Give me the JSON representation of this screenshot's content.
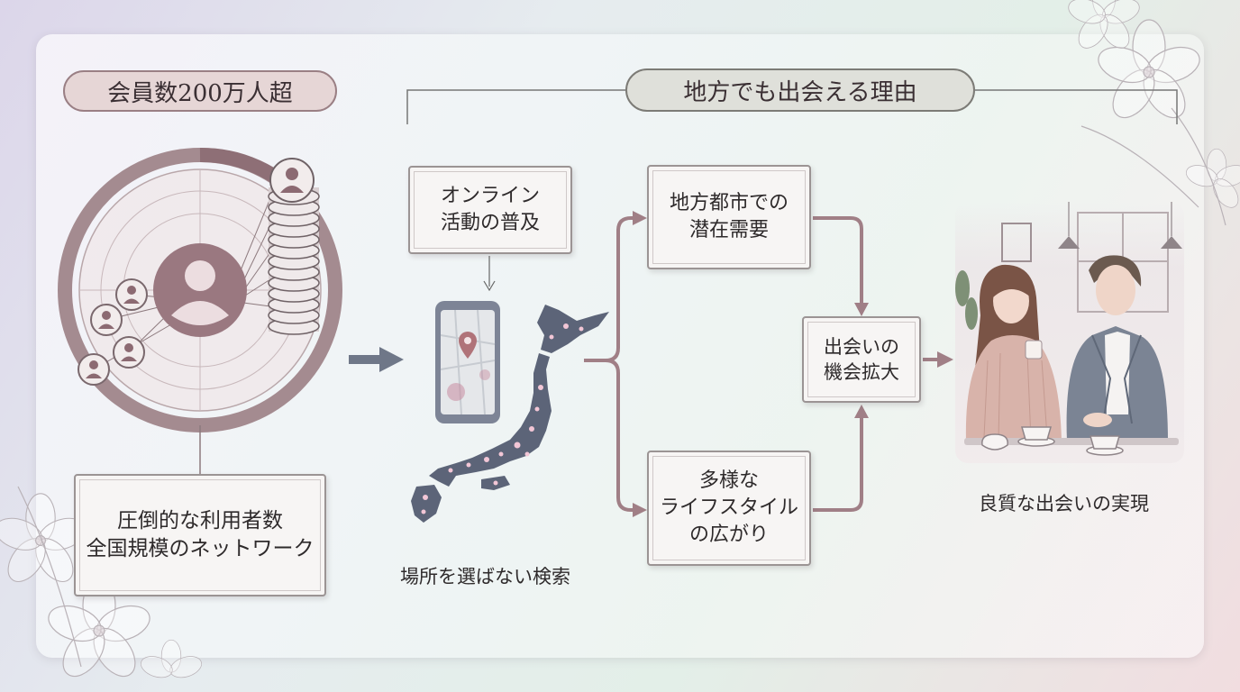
{
  "header": {
    "members_badge": "会員数200万人超",
    "reasons_title": "地方でも出会える理由"
  },
  "network": {
    "lines": [
      "圧倒的な利用者数",
      "全国規模のネットワーク"
    ]
  },
  "online": {
    "lines": [
      "オンライン",
      "活動の普及"
    ]
  },
  "search_caption": "場所を選ばない検索",
  "demand": {
    "lines": [
      "地方都市での",
      "潜在需要"
    ]
  },
  "lifestyle": {
    "lines": [
      "多様な",
      "ライフスタイル",
      "の広がり"
    ]
  },
  "opportunity": {
    "lines": [
      "出会いの",
      "機会拡大"
    ]
  },
  "result_caption": "良質な出会いの実現",
  "colors": {
    "mauve": "#a07f86",
    "slate_arrow": "#6f7788",
    "map": "#5c6478",
    "pin": "#b07379"
  },
  "icons": [
    "user-icon",
    "location-pin-icon",
    "smartphone-icon",
    "japan-map",
    "couple-illustration",
    "flower-decoration"
  ]
}
